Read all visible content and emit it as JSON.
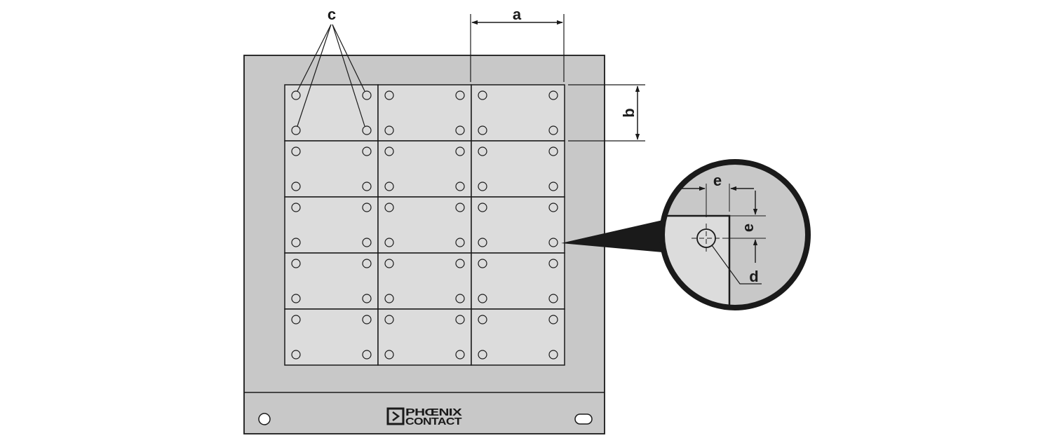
{
  "labels": {
    "a": "a",
    "b": "b",
    "c": "c",
    "d": "d",
    "e_horizontal": "e",
    "e_vertical": "e"
  },
  "logo": {
    "line1": "PHŒNIX",
    "line2": "CONTACT"
  },
  "grid": {
    "columns": 3,
    "rows": 5,
    "holes_per_cell": 4
  },
  "colors": {
    "panel": "#c8c8c8",
    "mounting_area": "#dcdcdc",
    "line": "#1a1a1a"
  }
}
